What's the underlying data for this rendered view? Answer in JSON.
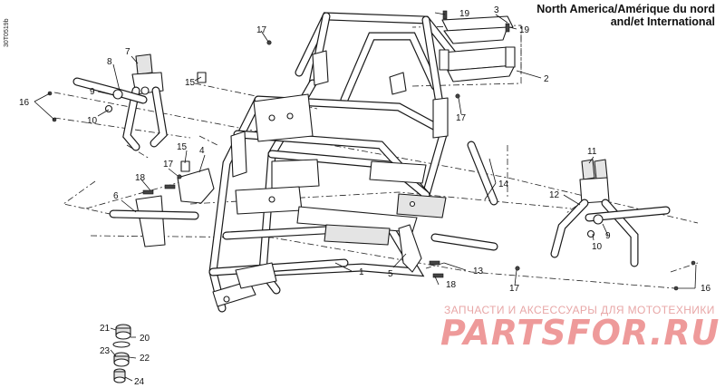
{
  "reference_code": "30T0519b",
  "region_label": {
    "line1": "North America/Amérique du nord",
    "line2": "and/et International"
  },
  "watermark": {
    "top_text": "ЗАПЧАСТИ И АКСЕССУАРЫ ДЛЯ МОТОТЕХНИКИ",
    "logo_text": "PARTSFOR.RU",
    "color": "#ee9a9a"
  },
  "callouts": {
    "n1": "1",
    "n2": "2",
    "n3": "3",
    "n4": "4",
    "n5": "5",
    "n6": "6",
    "n7": "7",
    "n8": "8",
    "n9a": "9",
    "n9b": "9",
    "n10a": "10",
    "n10b": "10",
    "n11": "11",
    "n12": "12",
    "n13": "13",
    "n14": "14",
    "n15a": "15",
    "n15b": "15",
    "n16a": "16",
    "n16b": "16",
    "n17a": "17",
    "n17b": "17",
    "n17c": "17",
    "n17d": "17",
    "n18a": "18",
    "n18b": "18",
    "n19a": "19",
    "n19b": "19",
    "n20": "20",
    "n21": "21",
    "n22": "22",
    "n23": "23",
    "n24": "24"
  }
}
